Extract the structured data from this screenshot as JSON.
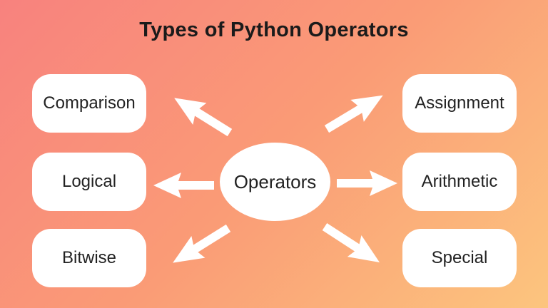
{
  "title": "Types of Python Operators",
  "center": {
    "label": "Operators"
  },
  "nodes": [
    {
      "id": "comparison",
      "label": "Comparison",
      "side": "left",
      "row": 0
    },
    {
      "id": "logical",
      "label": "Logical",
      "side": "left",
      "row": 1
    },
    {
      "id": "bitwise",
      "label": "Bitwise",
      "side": "left",
      "row": 2
    },
    {
      "id": "assignment",
      "label": "Assignment",
      "side": "right",
      "row": 0
    },
    {
      "id": "arithmetic",
      "label": "Arithmetic",
      "side": "right",
      "row": 1
    },
    {
      "id": "special",
      "label": "Special",
      "side": "right",
      "row": 2
    }
  ],
  "colors": {
    "background_top_left": "#f8827e",
    "background_middle": "#fa9b76",
    "background_bottom_right": "#fcc57e",
    "node_background": "#ffffff",
    "text": "#1f1f1f",
    "arrow": "#ffffff"
  }
}
